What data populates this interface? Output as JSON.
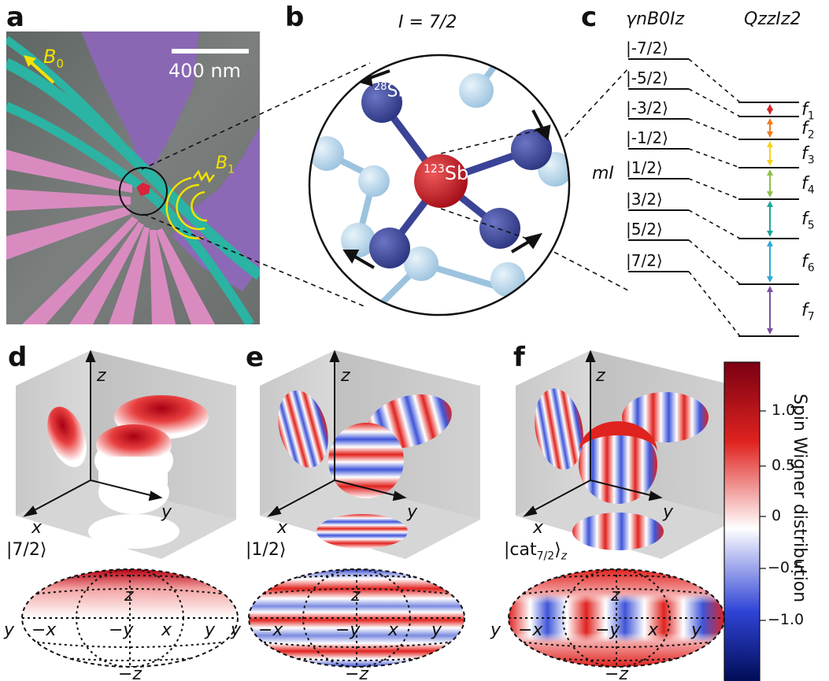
{
  "panels": {
    "a": "a",
    "b": "b",
    "c": "c",
    "d": "d",
    "e": "e",
    "f": "f"
  },
  "panel_a": {
    "field_label": "B",
    "field_sub": "0",
    "rf_label": "B",
    "rf_sub": "1",
    "scalebar": "400 nm",
    "colors": {
      "gate_purple": "#8e6ab8",
      "lead_teal": "#2ab5a5",
      "gate_pink": "#d98bc0",
      "field_yellow": "#f2e200",
      "dot_red": "#d8233a"
    }
  },
  "panel_b": {
    "title": "I = 7/2",
    "si_label": "Si",
    "si_mass": "28",
    "sb_label": "Sb",
    "sb_mass": "123"
  },
  "panel_c": {
    "header_zeeman": "γnB0Iz",
    "header_quad": "QzzIz2",
    "ylabel": "mI",
    "states": [
      "|-7/2⟩",
      "|-5/2⟩",
      "|-3/2⟩",
      "|-1/2⟩",
      "|1/2⟩",
      "|3/2⟩",
      "|5/2⟩",
      "|7/2⟩"
    ],
    "transitions": [
      {
        "label": "f",
        "sub": "1",
        "color": "#d7262a"
      },
      {
        "label": "f",
        "sub": "2",
        "color": "#ef7b22"
      },
      {
        "label": "f",
        "sub": "3",
        "color": "#f5d21c"
      },
      {
        "label": "f",
        "sub": "4",
        "color": "#8cc04a"
      },
      {
        "label": "f",
        "sub": "5",
        "color": "#1ea69a"
      },
      {
        "label": "f",
        "sub": "6",
        "color": "#31a8d5"
      },
      {
        "label": "f",
        "sub": "7",
        "color": "#7b4f9e"
      }
    ]
  },
  "wigner": {
    "axis_x": "x",
    "axis_y": "y",
    "axis_z": "z",
    "map_top": "z",
    "map_bottom": "−z",
    "map_left": "y",
    "map_right": "y",
    "map_negx": "−x",
    "map_negy": "−y",
    "map_x": "x",
    "state_d": "|7/2⟩",
    "state_e": "|1/2⟩",
    "state_f": "|cat",
    "state_f_sub": "7/2",
    "state_f_suffix": "⟩",
    "state_f_subz": "z"
  },
  "colorbar": {
    "label": "Spin Wigner distribution",
    "ticks": [
      "1.0",
      "0.5",
      "0",
      "−0.5",
      "−1.0"
    ],
    "colors": {
      "max": "#7a0013",
      "high": "#e0231f",
      "mid": "#ffffff",
      "low": "#2f43d6",
      "min": "#000c55"
    }
  }
}
